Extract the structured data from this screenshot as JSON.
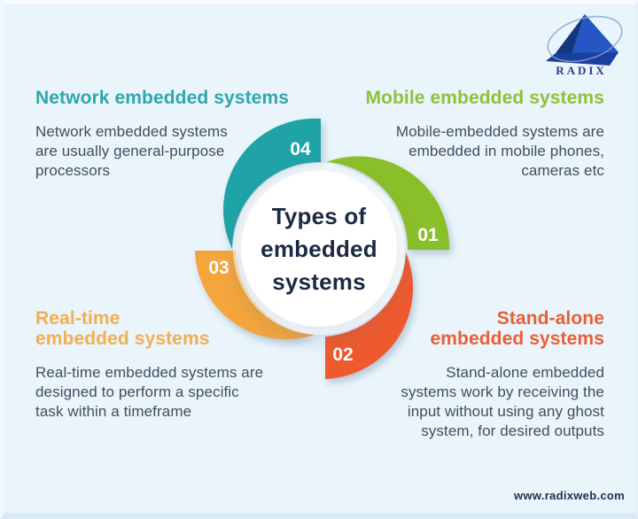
{
  "meta": {
    "background": "#e9f4fb",
    "number_color": "#ffffff",
    "body_text_color": "#424e5e"
  },
  "logo": {
    "wordmark": "RADIX",
    "wordmark_color": "#2a3f93",
    "pyramid_front_color": "#2456c4",
    "pyramid_side_color": "#153781",
    "pyramid_base_color": "#1b3f9c",
    "ring_color": "#8aa3cc"
  },
  "center": {
    "title": "Types of\nembedded\nsystems",
    "title_color": "#1b2a44",
    "circle_color": "#ffffff"
  },
  "quadrants": [
    {
      "id": "network-embedded-systems",
      "number": "04",
      "heading": "Network embedded systems",
      "body": "Network embedded systems\nare usually general-purpose\nprocessors",
      "heading_color": "#2fa7aa",
      "arc_color": "#1fa3a6"
    },
    {
      "id": "mobile-embedded-systems",
      "number": "01",
      "heading": "Mobile embedded systems",
      "body": "Mobile-embedded systems are\nembedded in mobile phones,\ncameras etc",
      "heading_color": "#8fc13b",
      "arc_color": "#8bbf29"
    },
    {
      "id": "real-time-embedded-systems",
      "number": "03",
      "heading": "Real-time\nembedded systems",
      "body": "Real-time embedded systems are\ndesigned to perform a specific\ntask within a timeframe",
      "heading_color": "#f3ae52",
      "arc_color": "#f4a63d"
    },
    {
      "id": "stand-alone-embedded-systems",
      "number": "02",
      "heading": "Stand-alone\nembedded systems",
      "body": "Stand-alone embedded\nsystems work by receiving the\ninput without using any ghost\nsystem, for desired outputs",
      "heading_color": "#e95f37",
      "arc_color": "#ee5a2e"
    }
  ],
  "footer": {
    "url": "www.radixweb.com",
    "color": "#22304f"
  }
}
